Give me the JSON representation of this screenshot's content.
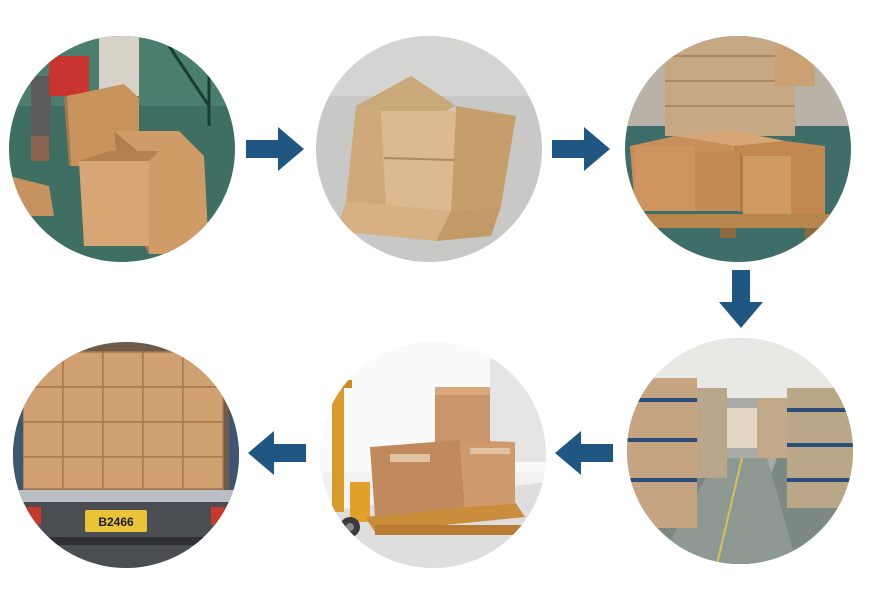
{
  "diagram": {
    "steps": [
      {
        "id": "step-1",
        "scene": "hand-folding-cartons-icon"
      },
      {
        "id": "step-2",
        "scene": "open-carton-icon"
      },
      {
        "id": "step-3",
        "scene": "stacked-cartons-on-pallet-icon"
      },
      {
        "id": "step-4",
        "scene": "warehouse-aisle-icon"
      },
      {
        "id": "step-5",
        "scene": "pallet-jack-with-cartons-icon"
      },
      {
        "id": "step-6",
        "scene": "truck-loaded-with-cartons-icon"
      }
    ],
    "flow": [
      "step-1",
      "step-2",
      "step-3",
      "step-4",
      "step-5",
      "step-6"
    ],
    "arrow_color": "#1f5682",
    "truck_plate": "B2466"
  }
}
